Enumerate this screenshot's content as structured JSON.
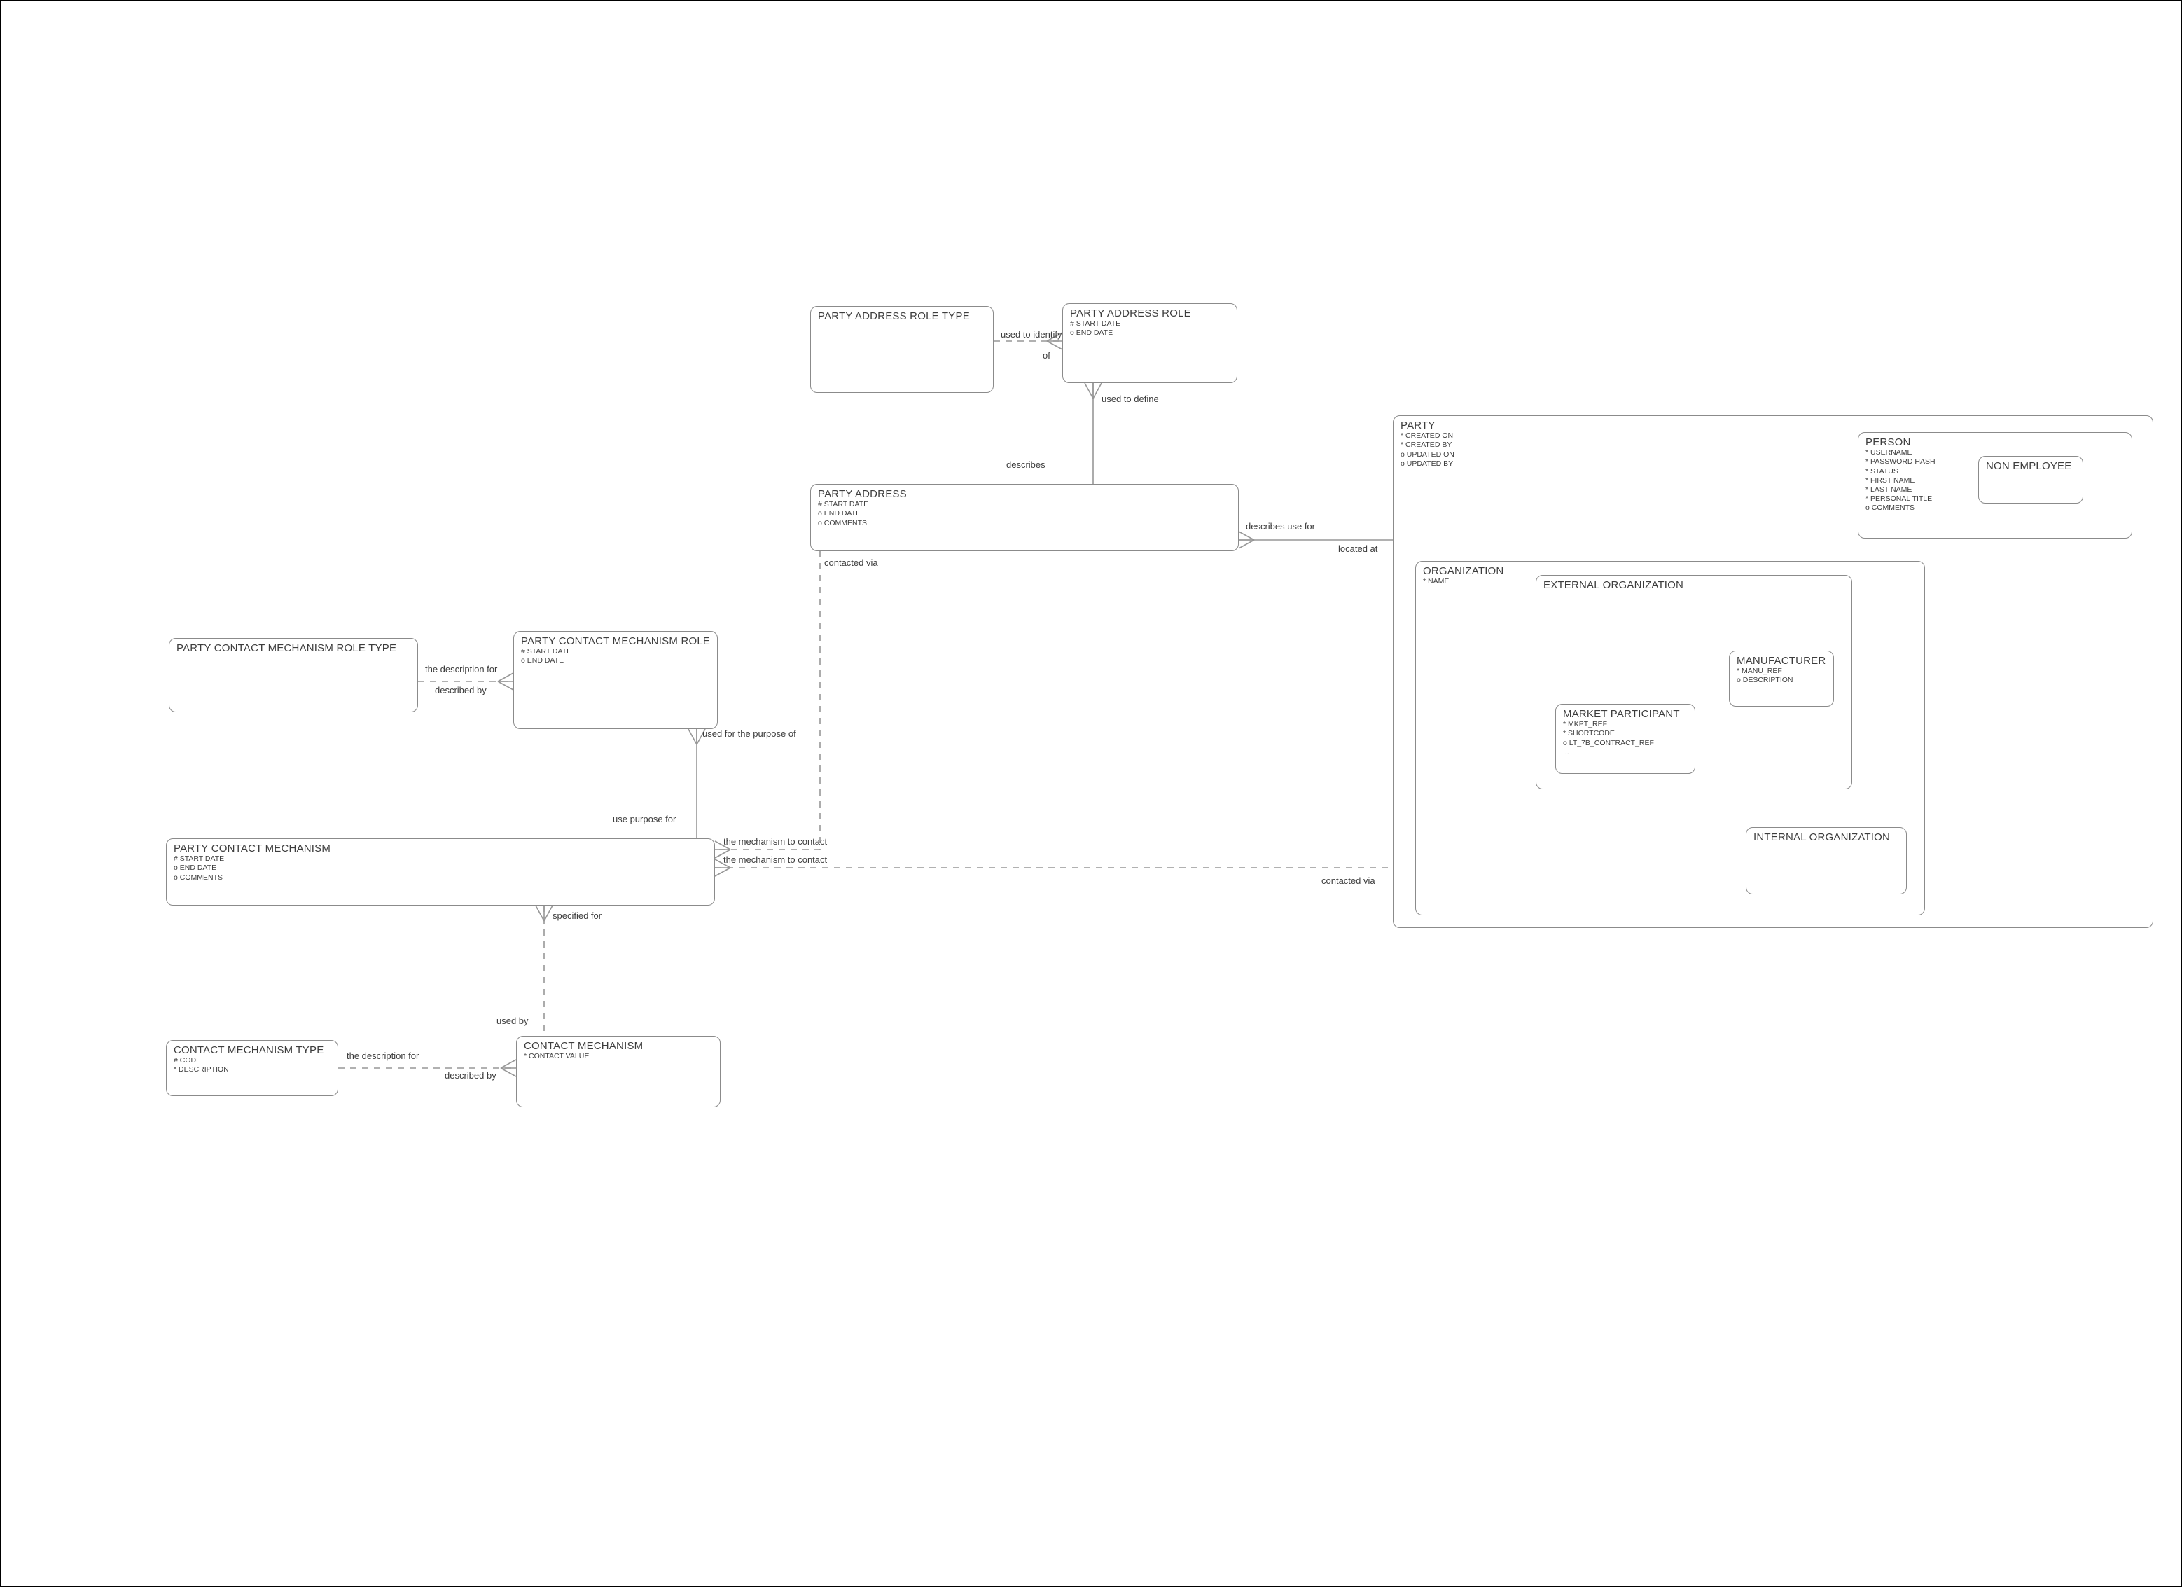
{
  "page": {
    "background_color": "#ffffff",
    "frame_color": "#000000"
  },
  "colors": {
    "line": "#979797",
    "box_border": "#8b8b8b",
    "text": "#3d3d3d"
  },
  "entities": [
    {
      "id": "party-address-role-type",
      "title": "PARTY ADDRESS ROLE TYPE",
      "attributes": []
    },
    {
      "id": "party-address-role",
      "title": "PARTY ADDRESS ROLE",
      "attributes": [
        "# START DATE",
        "o END DATE"
      ]
    },
    {
      "id": "party-address",
      "title": "PARTY ADDRESS",
      "attributes": [
        "# START DATE",
        "o END DATE",
        "o COMMENTS"
      ]
    },
    {
      "id": "party",
      "title": "PARTY",
      "attributes": [
        "* CREATED ON",
        "* CREATED BY",
        "o UPDATED ON",
        "o UPDATED BY"
      ]
    },
    {
      "id": "person",
      "title": "PERSON",
      "attributes": [
        "* USERNAME",
        "* PASSWORD HASH",
        "* STATUS",
        "* FIRST NAME",
        "* LAST NAME",
        "* PERSONAL TITLE",
        "o COMMENTS"
      ]
    },
    {
      "id": "non-employee",
      "title": "NON EMPLOYEE",
      "attributes": []
    },
    {
      "id": "organization",
      "title": "ORGANIZATION",
      "attributes": [
        "* NAME"
      ]
    },
    {
      "id": "external-organization",
      "title": "EXTERNAL ORGANIZATION",
      "attributes": []
    },
    {
      "id": "manufacturer",
      "title": "MANUFACTURER",
      "attributes": [
        "* MANU_REF",
        "o DESCRIPTION"
      ]
    },
    {
      "id": "market-participant",
      "title": "MARKET PARTICIPANT",
      "attributes": [
        "* MKPT_REF",
        "* SHORTCODE",
        "o LT_7B_CONTRACT_REF",
        "..."
      ]
    },
    {
      "id": "internal-organization",
      "title": "INTERNAL ORGANIZATION",
      "attributes": []
    },
    {
      "id": "party-contact-mechanism-role-type",
      "title": "PARTY CONTACT MECHANISM ROLE TYPE",
      "attributes": []
    },
    {
      "id": "party-contact-mechanism-role",
      "title": "PARTY CONTACT MECHANISM ROLE",
      "attributes": [
        "# START DATE",
        "o END DATE"
      ]
    },
    {
      "id": "party-contact-mechanism",
      "title": "PARTY CONTACT MECHANISM",
      "attributes": [
        "# START DATE",
        "o END DATE",
        "o COMMENTS"
      ]
    },
    {
      "id": "contact-mechanism-type",
      "title": "CONTACT MECHANISM TYPE",
      "attributes": [
        "# CODE",
        "* DESCRIPTION"
      ]
    },
    {
      "id": "contact-mechanism",
      "title": "CONTACT MECHANISM",
      "attributes": [
        "* CONTACT VALUE"
      ]
    }
  ],
  "relationship_labels": [
    {
      "id": "used-to-identify",
      "text": "used to identify"
    },
    {
      "id": "of",
      "text": "of"
    },
    {
      "id": "used-to-define",
      "text": "used to define"
    },
    {
      "id": "describes",
      "text": "describes"
    },
    {
      "id": "describes-use-for",
      "text": "describes use for"
    },
    {
      "id": "located-at",
      "text": "located at"
    },
    {
      "id": "contacted-via-upper",
      "text": "contacted via"
    },
    {
      "id": "the-description-for-upper",
      "text": "the description for"
    },
    {
      "id": "described-by-upper",
      "text": "described by"
    },
    {
      "id": "used-for-the-purpose-of",
      "text": "used for the purpose of"
    },
    {
      "id": "use-purpose-for",
      "text": "use purpose for"
    },
    {
      "id": "the-mechanism-to-contact-1",
      "text": "the mechanism to contact"
    },
    {
      "id": "the-mechanism-to-contact-2",
      "text": "the mechanism to contact"
    },
    {
      "id": "contacted-via-lower",
      "text": "contacted via"
    },
    {
      "id": "specified-for",
      "text": "specified for"
    },
    {
      "id": "used-by",
      "text": "used by"
    },
    {
      "id": "the-description-for-lower",
      "text": "the description for"
    },
    {
      "id": "described-by-lower",
      "text": "described by"
    }
  ]
}
